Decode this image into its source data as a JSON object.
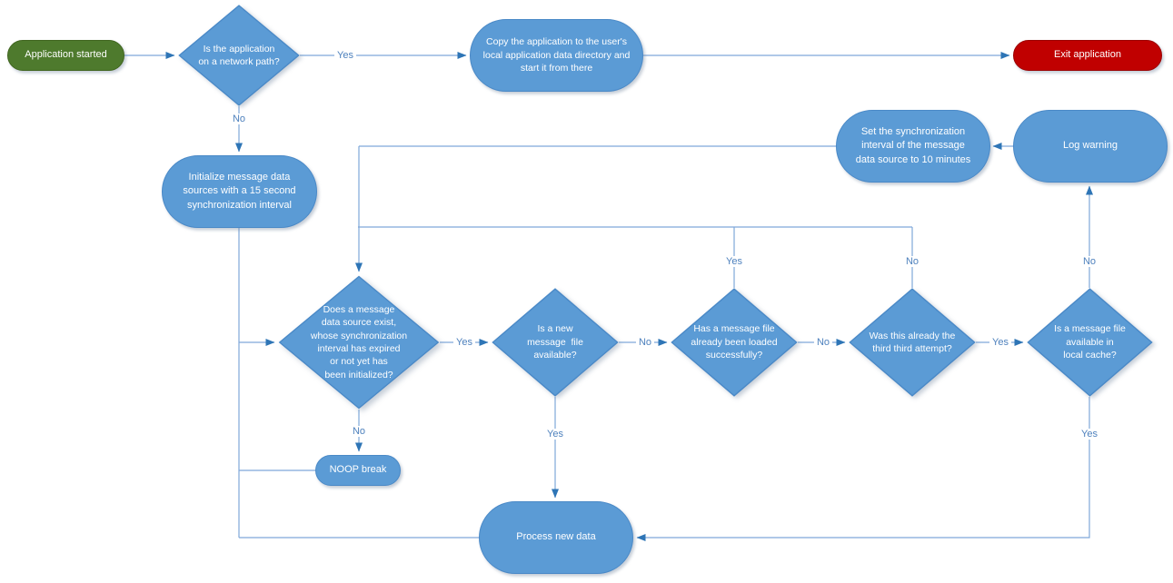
{
  "figure_type": "flowchart",
  "colors": {
    "process_fill": "#5B9BD5",
    "process_border": "#4A89C7",
    "start_fill": "#4E7A2D",
    "end_fill": "#C00000",
    "connector": "#7FA8D9",
    "arrowhead": "#2E75B6",
    "edge_label_text": "#4E81BD",
    "node_text": "#FFFFFF",
    "background": "#FFFFFF"
  },
  "diagram": {
    "nodes": [
      {
        "id": "application-started",
        "type": "start-terminator",
        "label": "Application started"
      },
      {
        "id": "network-path-decision",
        "type": "decision",
        "label": "Is the application\non a network path?"
      },
      {
        "id": "copy-application",
        "type": "process",
        "label": "Copy the application to the user's\nlocal application data directory and\nstart it from there"
      },
      {
        "id": "exit-application",
        "type": "end-terminator",
        "label": "Exit application"
      },
      {
        "id": "initialize-sources",
        "type": "process",
        "label": "Initialize message data\nsources with a 15 second\nsynchronization interval"
      },
      {
        "id": "set-sync-interval",
        "type": "process",
        "label": "Set the synchronization\ninterval of the message\ndata source to 10 minutes"
      },
      {
        "id": "log-warning",
        "type": "process",
        "label": "Log warning"
      },
      {
        "id": "data-source-exists-decision",
        "type": "decision",
        "label": "Does a message\ndata source exist,\nwhose synchronization\ninterval has expired\nor not yet has\nbeen initialized?"
      },
      {
        "id": "new-file-decision",
        "type": "decision",
        "label": "Is a new\nmessage  file\navailable?"
      },
      {
        "id": "file-loaded-decision",
        "type": "decision",
        "label": "Has a message file\nalready been loaded\nsuccessfully?"
      },
      {
        "id": "third-attempt-decision",
        "type": "decision",
        "label": "Was this already the\nthird third attempt?"
      },
      {
        "id": "local-cache-decision",
        "type": "decision",
        "label": "Is a message file\navailable in\nlocal cache?"
      },
      {
        "id": "noop-break",
        "type": "process",
        "label": "NOOP break"
      },
      {
        "id": "process-new-data",
        "type": "process",
        "label": "Process new data"
      }
    ],
    "edges": [
      {
        "from": "application-started",
        "to": "network-path-decision",
        "label": ""
      },
      {
        "from": "network-path-decision",
        "to": "copy-application",
        "label": "Yes"
      },
      {
        "from": "copy-application",
        "to": "exit-application",
        "label": ""
      },
      {
        "from": "network-path-decision",
        "to": "initialize-sources",
        "label": "No"
      },
      {
        "from": "initialize-sources",
        "to": "data-source-exists-decision",
        "label": ""
      },
      {
        "from": "data-source-exists-decision",
        "to": "new-file-decision",
        "label": "Yes"
      },
      {
        "from": "data-source-exists-decision",
        "to": "noop-break",
        "label": "No"
      },
      {
        "from": "noop-break",
        "to": "data-source-exists-decision",
        "label": ""
      },
      {
        "from": "new-file-decision",
        "to": "file-loaded-decision",
        "label": "No"
      },
      {
        "from": "new-file-decision",
        "to": "process-new-data",
        "label": "Yes"
      },
      {
        "from": "file-loaded-decision",
        "to": "data-source-exists-decision",
        "label": "Yes"
      },
      {
        "from": "file-loaded-decision",
        "to": "third-attempt-decision",
        "label": "No"
      },
      {
        "from": "third-attempt-decision",
        "to": "data-source-exists-decision",
        "label": "No"
      },
      {
        "from": "third-attempt-decision",
        "to": "local-cache-decision",
        "label": "Yes"
      },
      {
        "from": "local-cache-decision",
        "to": "log-warning",
        "label": "No"
      },
      {
        "from": "local-cache-decision",
        "to": "process-new-data",
        "label": "Yes"
      },
      {
        "from": "log-warning",
        "to": "set-sync-interval",
        "label": ""
      },
      {
        "from": "set-sync-interval",
        "to": "data-source-exists-decision",
        "label": ""
      },
      {
        "from": "process-new-data",
        "to": "data-source-exists-decision",
        "label": ""
      }
    ]
  }
}
